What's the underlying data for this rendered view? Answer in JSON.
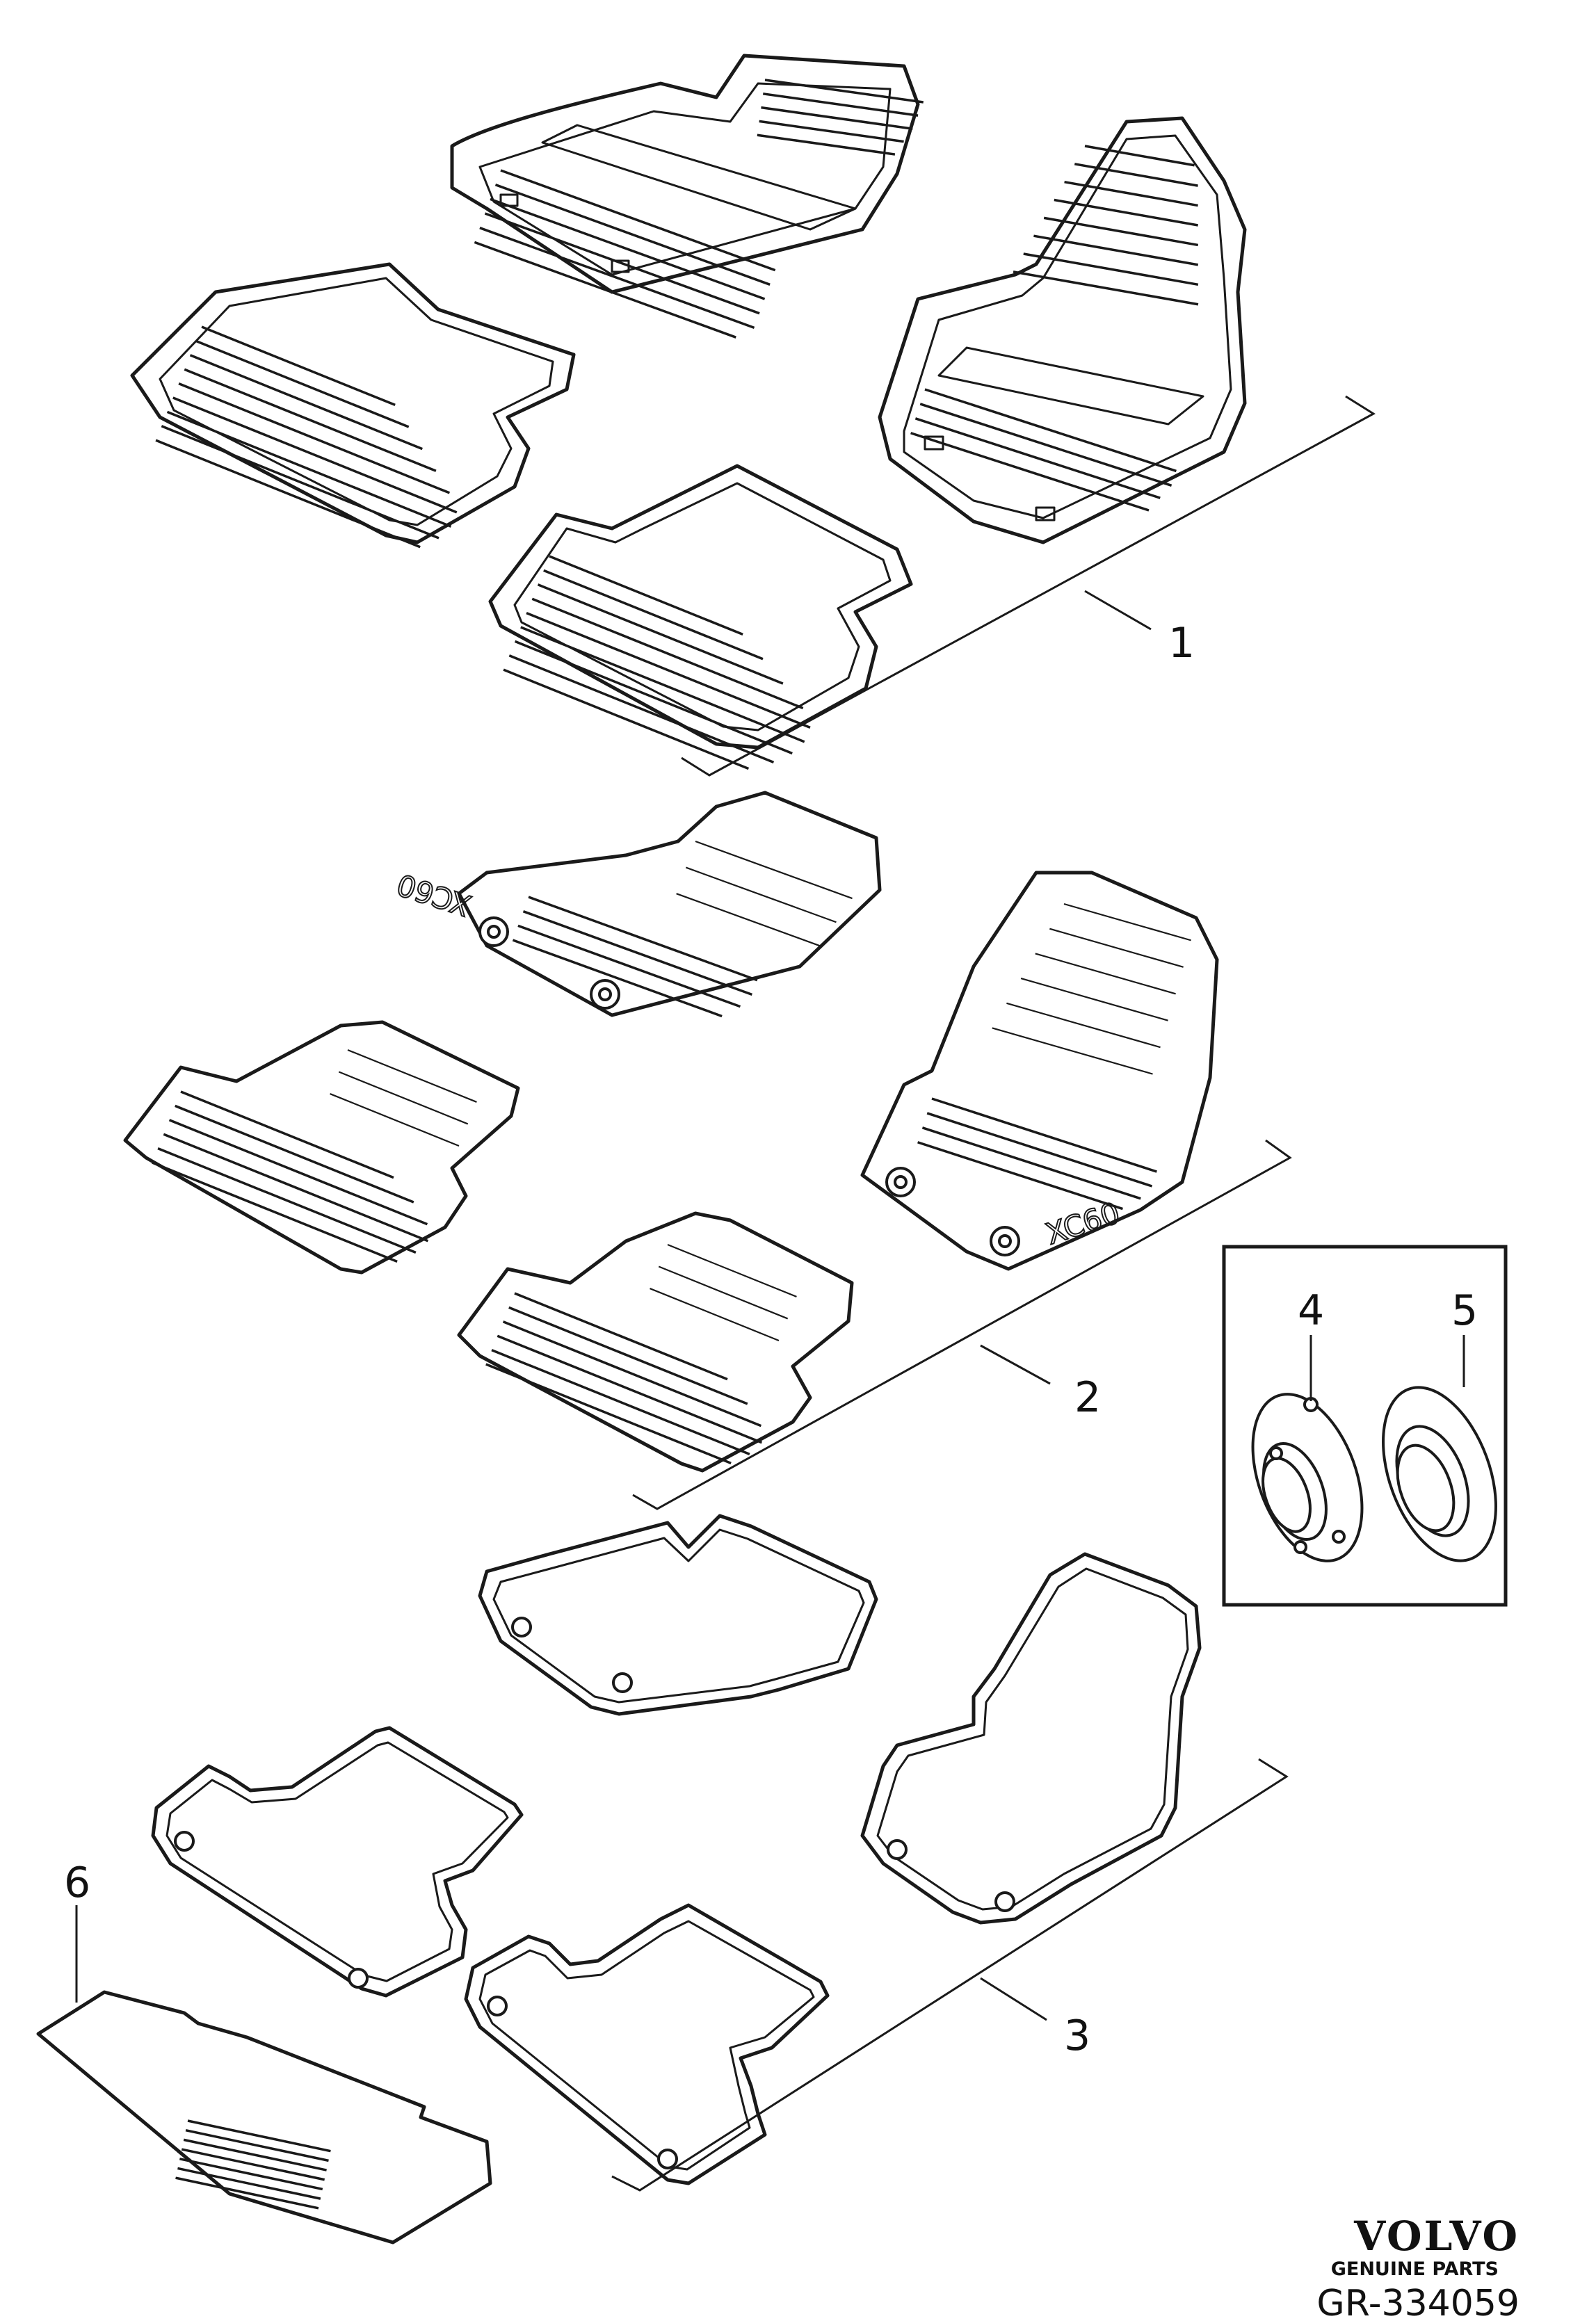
{
  "callouts": {
    "c1": "1",
    "c2": "2",
    "c3": "3",
    "c4": "4",
    "c5": "5",
    "c6": "6"
  },
  "mat_lettering": {
    "set2_front_left": "XC60",
    "set2_front_right": "XC60"
  },
  "footer": {
    "brand": "VOLVO",
    "subtitle": "GENUINE PARTS",
    "reference": "GR-334059"
  },
  "colors": {
    "line": "#1a1a1a",
    "background": "#ffffff"
  }
}
